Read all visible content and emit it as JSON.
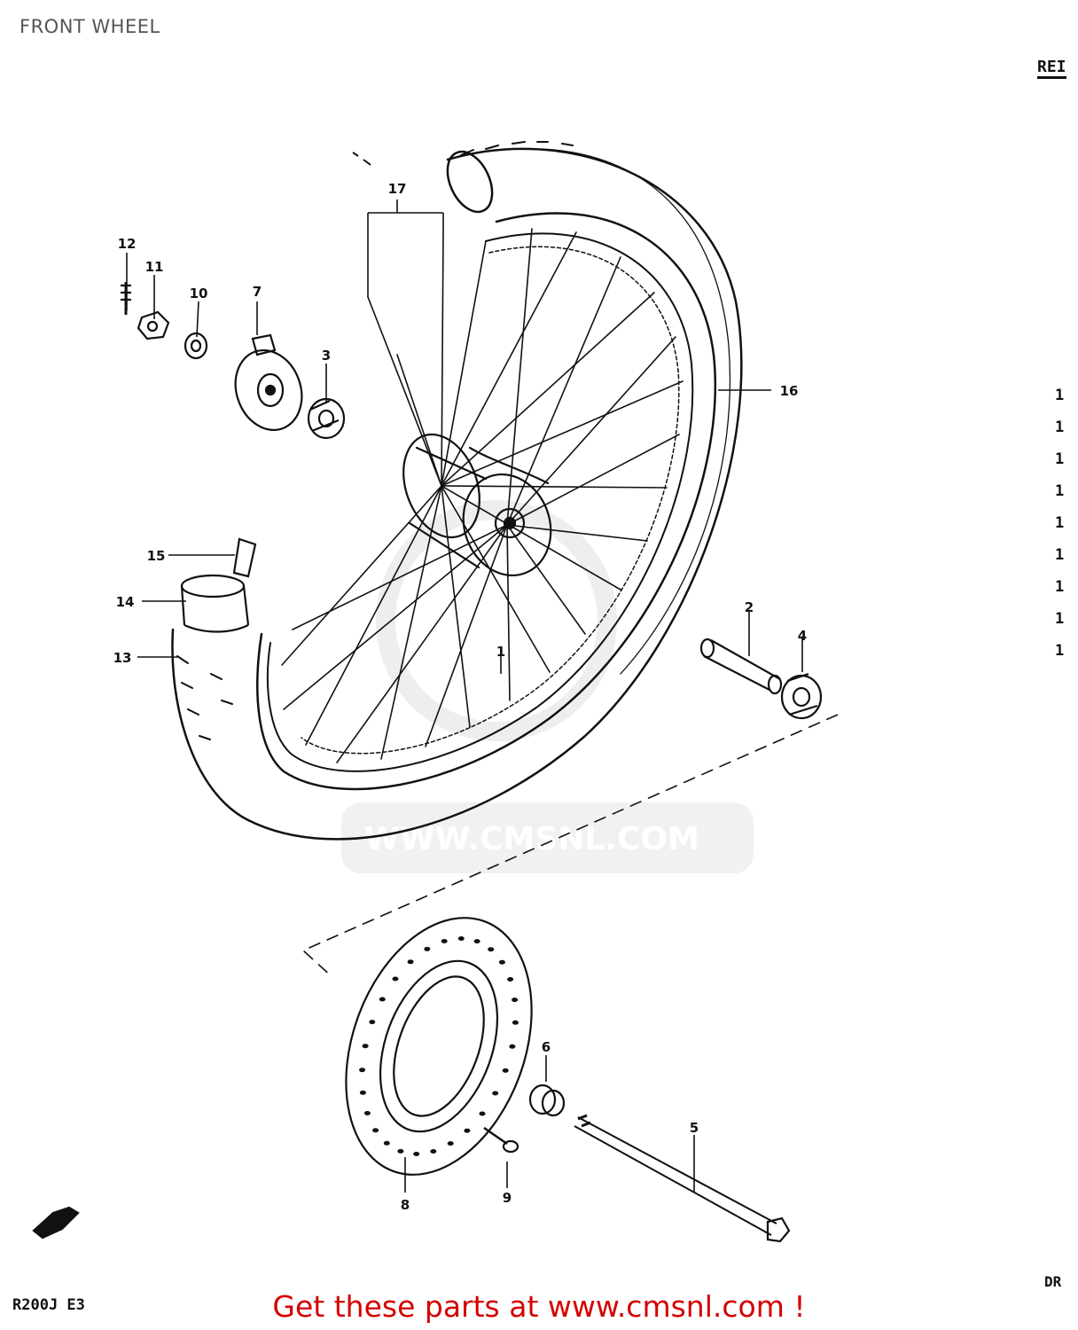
{
  "header": {
    "title": "FRONT WHEEL"
  },
  "page_codes": {
    "ref": "REI",
    "model": "R200J E3",
    "series": "DR"
  },
  "callouts": [
    "1",
    "2",
    "3",
    "4",
    "5",
    "6",
    "7",
    "8",
    "9",
    "10",
    "11",
    "12",
    "13",
    "14",
    "15",
    "16",
    "17"
  ],
  "ref_column": [
    "1",
    "1",
    "1",
    "1",
    "1",
    "1",
    "1",
    "1",
    "1"
  ],
  "footer": {
    "banner": "Get these parts at www.cmsnl.com !"
  },
  "watermark": {
    "text": "WWW.CMSNL.COM"
  },
  "colors": {
    "ink": "#111111",
    "banner": "#d40000",
    "watermark": "#d9d9d9",
    "header": "#555555"
  }
}
